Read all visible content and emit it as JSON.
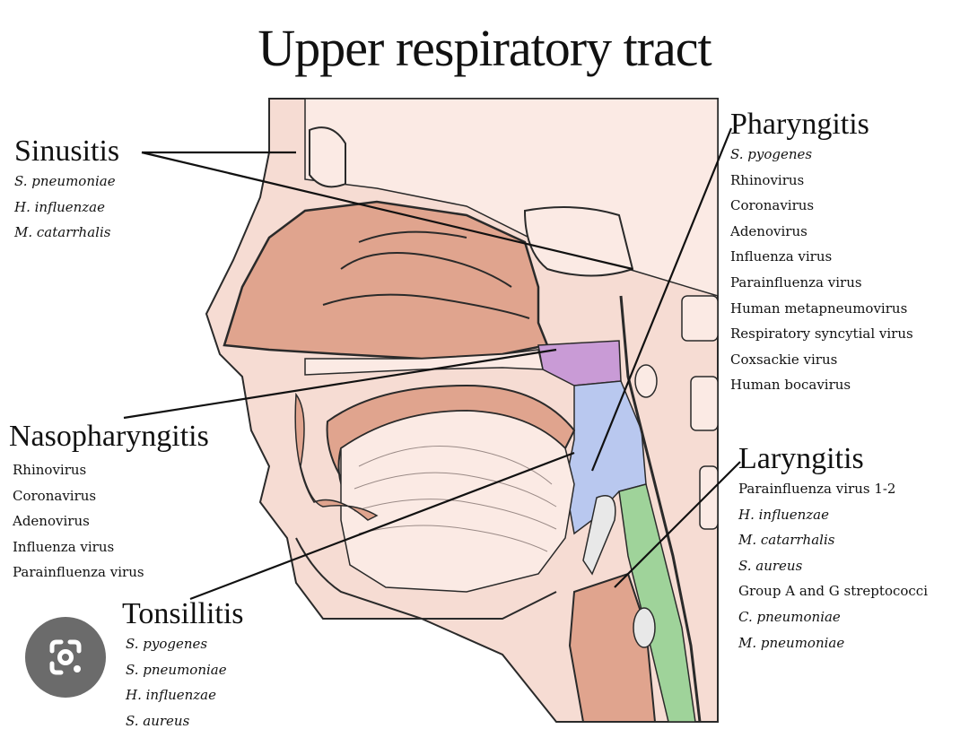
{
  "title": "Upper respiratory tract",
  "sinusitis": {
    "heading": "Sinusitis",
    "items": [
      "S. pneumoniae",
      "H. influenzae",
      "M. catarrhalis"
    ]
  },
  "pharyngitis": {
    "heading": "Pharyngitis",
    "items": [
      "S. pyogenes",
      "Rhinovirus",
      "Coronavirus",
      "Adenovirus",
      "Influenza virus",
      "Parainfluenza virus",
      "Human metapneumovirus",
      "Respiratory syncytial virus",
      "Coxsackie virus",
      "Human bocavirus"
    ]
  },
  "nasopharyngitis": {
    "heading": "Nasopharyngitis",
    "items": [
      "Rhinovirus",
      "Coronavirus",
      "Adenovirus",
      "Influenza virus",
      "Parainfluenza virus"
    ]
  },
  "laryngitis": {
    "heading": "Laryngitis",
    "items": [
      "Parainfluenza virus 1-2",
      "H. influenzae",
      "M. catarrhalis",
      "S. aureus",
      "Group A and G streptococci",
      "C. pneumoniae",
      "M. pneumoniae"
    ]
  },
  "tonsillitis": {
    "heading": "Tonsillitis",
    "items": [
      "S. pyogenes",
      "S. pneumoniae",
      "H. influenzae",
      "S. aureus"
    ]
  },
  "colors": {
    "skin": "#f6dcd3",
    "skin_light": "#fbeae4",
    "nasal_cavity": "#e0a48e",
    "nasopharynx": "#c99bd6",
    "oropharynx": "#b9c8ef",
    "larynx": "#9fd39a",
    "outline": "#2a2a2a"
  },
  "overlay": {
    "icon": "lens-search-icon"
  }
}
